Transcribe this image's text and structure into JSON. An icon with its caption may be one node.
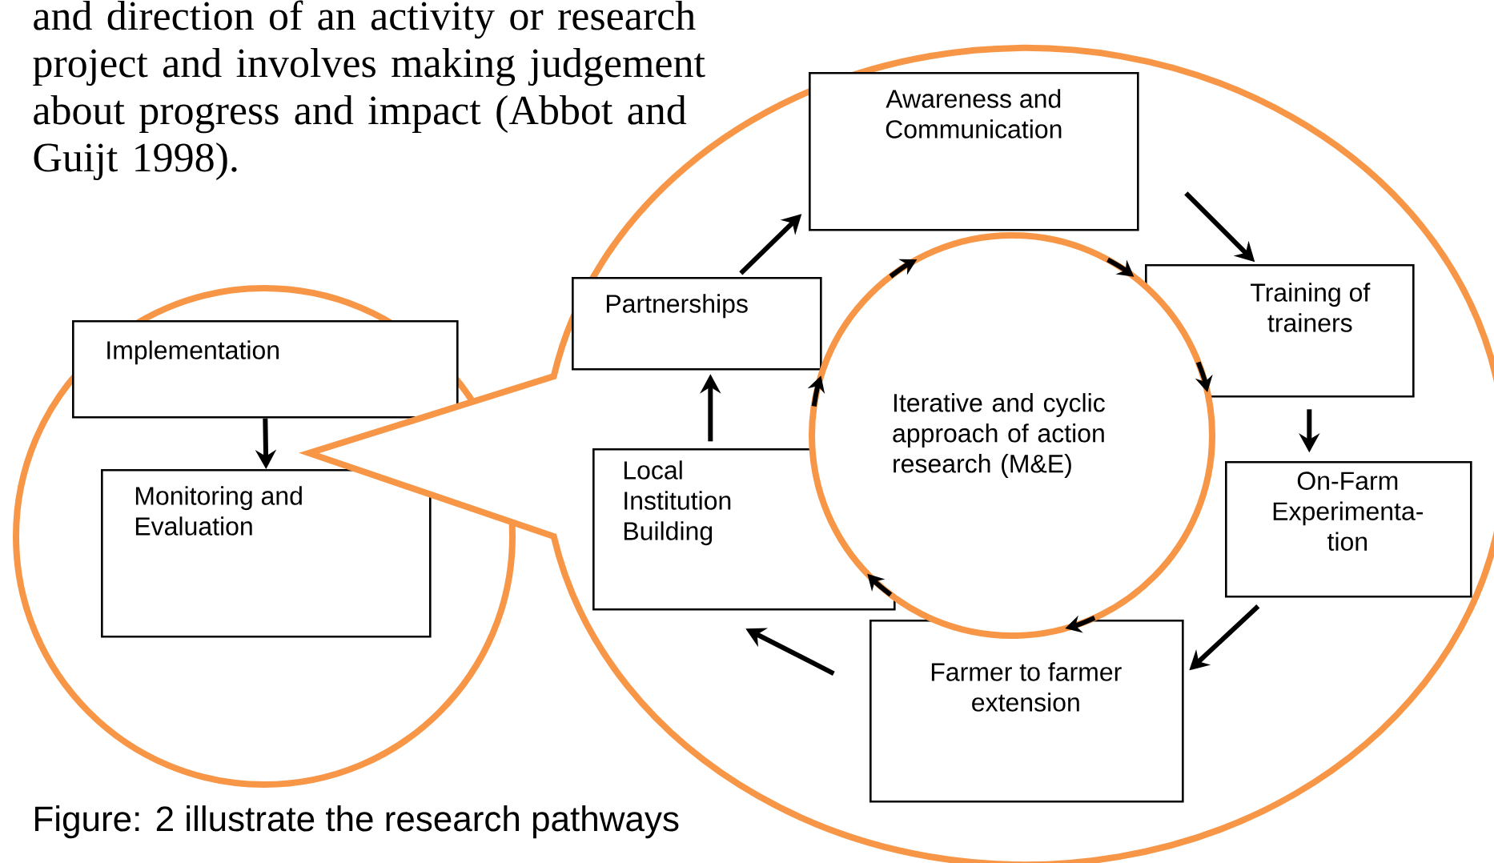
{
  "diagram": {
    "caption": "Figure: 2 illustrate the research pathways",
    "nodes": [
      {
        "text": [],
        "shape": "circle"
      },
      {
        "text": [
          "Implementation"
        ],
        "in": 0
      },
      {
        "text": [
          "Monitoring and Evaluation"
        ],
        "in": 0
      },
      {
        "text": [],
        "shape": "ellipse"
      },
      {
        "text": [
          "Awareness and Communication"
        ],
        "in": 3
      },
      {
        "text": [
          "Training of trainers"
        ],
        "in": 3
      },
      {
        "text": [
          "On-Farm Experimenta- tion"
        ],
        "in": 3
      },
      {
        "text": [
          "Farmer to farmer extension"
        ],
        "in": 3
      },
      {
        "text": [
          "Local Institution Building"
        ],
        "in": 3
      },
      {
        "text": [
          "Partnerships"
        ],
        "in": 3
      },
      {
        "text": [
          "Iterative and cyclic approach of action research (M&E)"
        ],
        "in": 3
      }
    ],
    "edges": [
      {
        "from": 1,
        "to": 2,
        "arrow": "to"
      },
      {
        "from": 9,
        "to": 4,
        "arrow": "to"
      },
      {
        "from": 4,
        "to": 5,
        "arrow": "to"
      },
      {
        "from": 5,
        "to": 6,
        "arrow": "to"
      },
      {
        "from": 6,
        "to": 7,
        "arrow": "to"
      },
      {
        "from": 7,
        "to": 8,
        "arrow": "to"
      },
      {
        "from": 8,
        "to": 9,
        "arrow": "to"
      }
    ],
    "labels": [
      "and direction of an activity or research project and involves making judgement about progress and impact (Abbot and Guijt 1998)."
    ]
  }
}
